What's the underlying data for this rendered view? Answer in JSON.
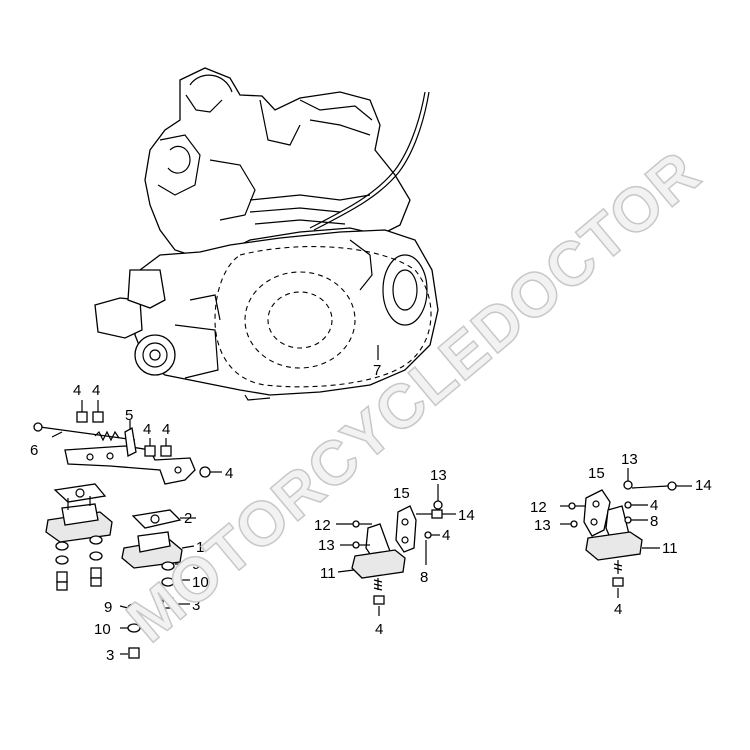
{
  "watermark": "MOTORCYCLEDOCTOR",
  "callouts": {
    "c7": "7",
    "c4a": "4",
    "c4b": "4",
    "c5": "5",
    "c6": "6",
    "c4c": "4",
    "c4d": "4",
    "c4e": "4",
    "c2": "2",
    "c1": "1",
    "c9a": "9",
    "c10a": "10",
    "c3a": "3",
    "c9b": "9",
    "c10b": "10",
    "c3b": "3",
    "m_c13a": "13",
    "m_c15": "15",
    "m_c14": "14",
    "m_c12": "12",
    "m_c13b": "13",
    "m_c4a": "4",
    "m_c11": "11",
    "m_c8": "8",
    "m_c4b": "4",
    "r_c15": "15",
    "r_c13a": "13",
    "r_c14": "14",
    "r_c12": "12",
    "r_c4a": "4",
    "r_c13b": "13",
    "r_c8": "8",
    "r_c11": "11",
    "r_c4b": "4"
  }
}
